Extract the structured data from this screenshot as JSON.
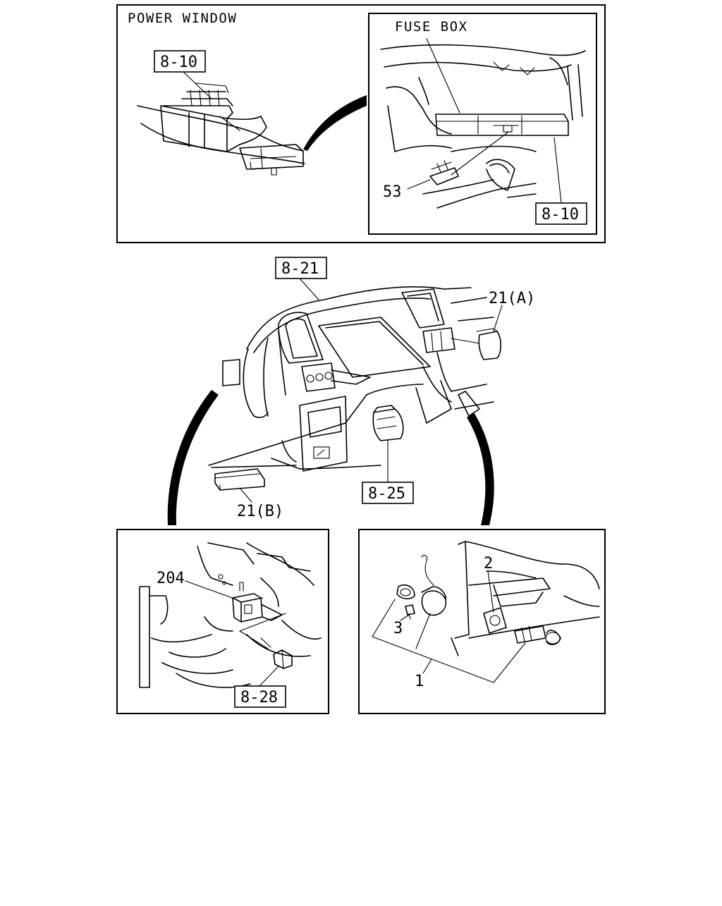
{
  "panels": {
    "power_window": {
      "title": "POWER WINDOW",
      "ref": "8-10"
    },
    "fuse_box": {
      "title": "FUSE BOX",
      "part": "53",
      "ref": "8-10"
    },
    "dashboard": {
      "ref_top": "8-21",
      "part_a": "21(A)",
      "part_b": "21(B)",
      "ref_center": "8-25"
    },
    "relay": {
      "part": "204",
      "ref": "8-28"
    },
    "lighter": {
      "part_1": "1",
      "part_2": "2",
      "part_3": "3"
    }
  }
}
